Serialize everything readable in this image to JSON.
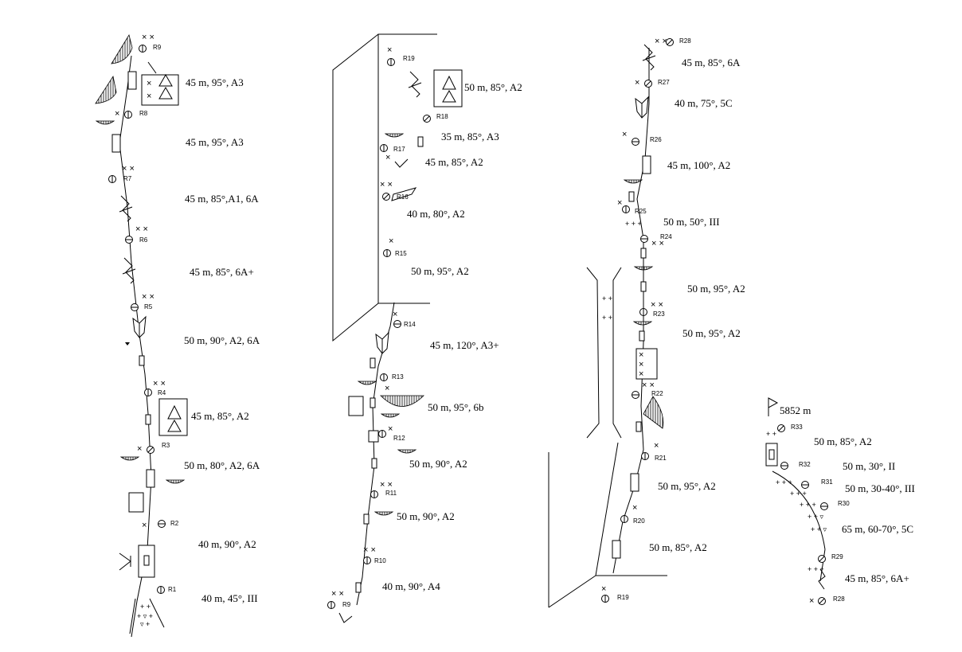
{
  "summit": {
    "altitude": "5852 m"
  },
  "pitches": [
    "45 m, 95°, A3",
    "45 m, 95°, A3",
    "45 m, 85°,A1, 6A",
    "45 m, 85°, 6A+",
    "50 m, 90°, A2, 6A",
    "45 m, 85°,  A2",
    "50 m, 80°, A2, 6A",
    "40 m, 90°, A2",
    "40 m, 45°, III",
    "50 m, 85°, A2",
    "35 m, 85°, A3",
    "45 m, 85°, A2",
    "40 m, 80°,  A2",
    "50 m, 95°, A2",
    "45 m, 120°, A3+",
    "50 m, 95°, 6b",
    "50 m, 90°, A2",
    "50 m, 90°, A2",
    "40 m, 90°, A4",
    "45 m, 85°, 6A",
    "40 m, 75°, 5C",
    "45 m, 100°, A2",
    "50 m, 50°, III",
    "50 m, 95°, A2",
    "50 m, 95°, A2",
    "50 m, 95°, A2",
    "50 m, 85°, A2",
    "50 m, 85°, A2",
    "50 m, 30°, II",
    "50 m, 30-40°, III",
    "65 m, 60-70°, 5C",
    "45 m, 85°, 6A+"
  ],
  "stations": [
    "R9",
    "R8",
    "R7",
    "R6",
    "R5",
    "R4",
    "R3",
    "R2",
    "R1",
    "R19",
    "R18",
    "R17",
    "R16",
    "R15",
    "R14",
    "R13",
    "R12",
    "R11",
    "R10",
    "R9",
    "R28",
    "R27",
    "R26",
    "R25",
    "R24",
    "R23",
    "R22",
    "R21",
    "R20",
    "R19",
    "R33",
    "R32",
    "R31",
    "R30",
    "R29",
    "R28"
  ]
}
